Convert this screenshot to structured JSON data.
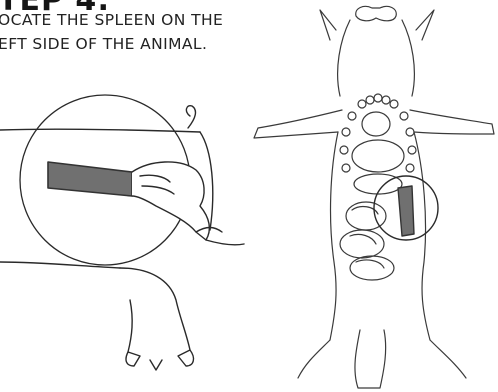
{
  "step": {
    "heading": "TEP 4:",
    "instruction_lines": [
      "OCATE THE SPLEEN ON THE",
      "EFT SIDE OF THE ANIMAL."
    ]
  },
  "colors": {
    "spleen": "#707070",
    "line": "#2a2a2a"
  }
}
